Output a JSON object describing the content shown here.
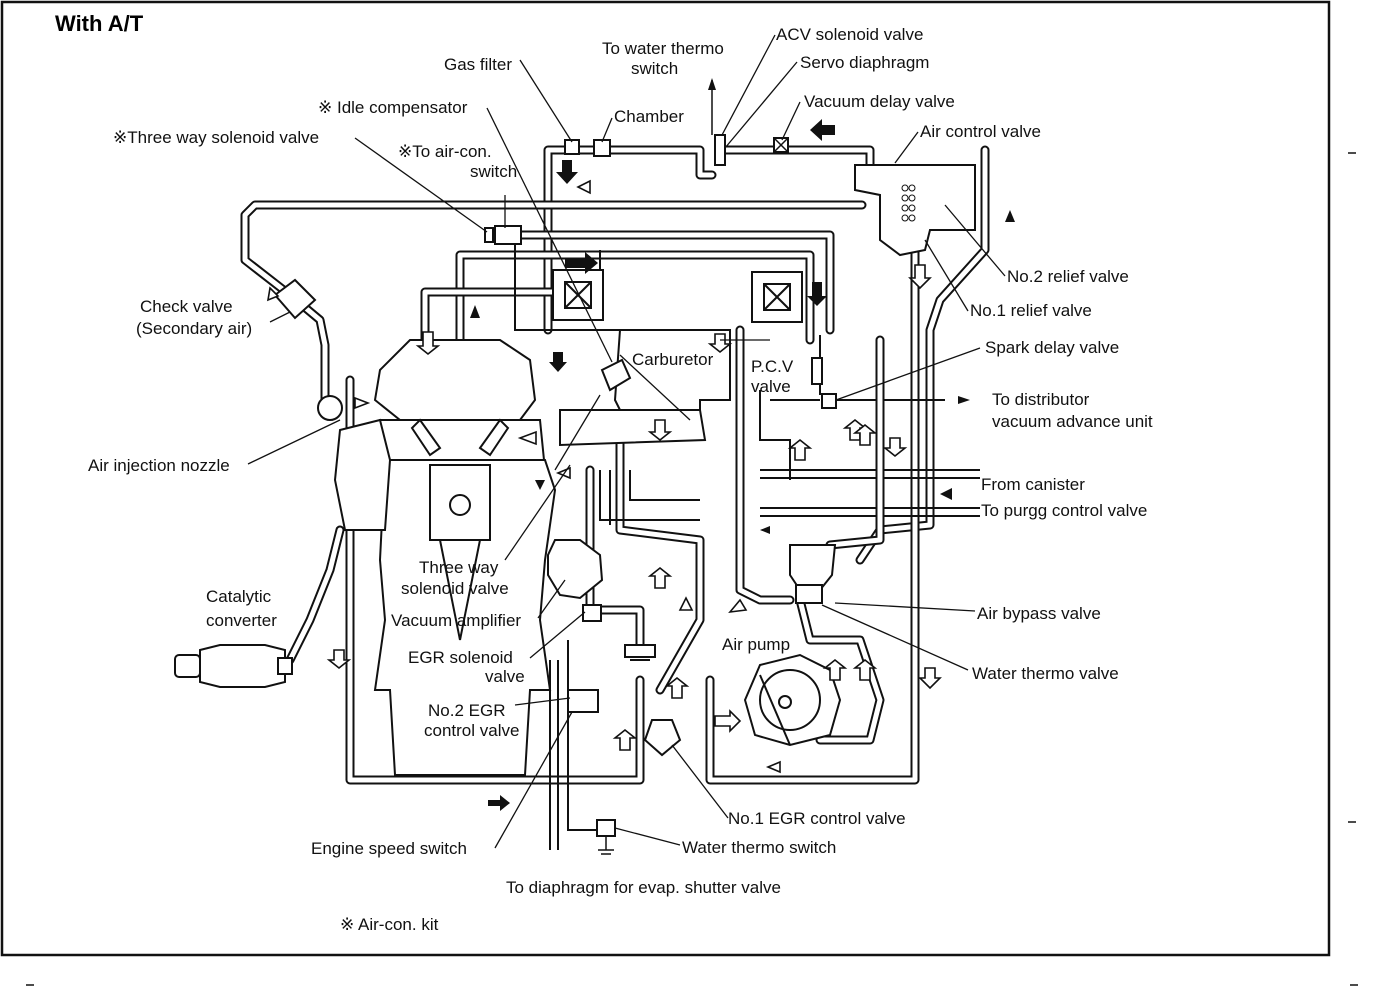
{
  "title": "With A/T",
  "labels": {
    "gas_filter": "Gas filter",
    "to_water_thermo_switch_1": "To water thermo",
    "to_water_thermo_switch_2": "switch",
    "acv_solenoid_valve": "ACV solenoid valve",
    "servo_diaphragm": "Servo diaphragm",
    "chamber": "Chamber",
    "vacuum_delay_valve": "Vacuum delay valve",
    "idle_compensator": "※ Idle compensator",
    "three_way_solenoid_valve_top": "※Three way solenoid valve",
    "to_air_con_switch_1": "※To air-con.",
    "to_air_con_switch_2": "switch",
    "air_control_valve": "Air control valve",
    "no2_relief_valve": "No.2 relief valve",
    "no1_relief_valve": "No.1 relief valve",
    "check_valve_1": "Check valve",
    "check_valve_2": "(Secondary air)",
    "spark_delay_valve": "Spark delay valve",
    "carburetor": "Carburetor",
    "pcv_valve_1": "P.C.V",
    "pcv_valve_2": "valve",
    "to_distributor_1": "To distributor",
    "to_distributor_2": "vacuum advance unit",
    "air_injection_nozzle": "Air injection nozzle",
    "from_canister": "From canister",
    "to_purge_control_valve": "To purgg control valve",
    "three_way_solenoid_valve_1": "Three way",
    "three_way_solenoid_valve_2": "solenoid valve",
    "catalytic_converter_1": "Catalytic",
    "catalytic_converter_2": "converter",
    "vacuum_amplifier": "Vacuum amplifier",
    "air_bypass_valve": "Air bypass valve",
    "egr_solenoid_valve_1": "EGR solenoid",
    "egr_solenoid_valve_2": "valve",
    "air_pump": "Air pump",
    "water_thermo_valve": "Water thermo valve",
    "no2_egr_control_valve_1": "No.2 EGR",
    "no2_egr_control_valve_2": "control valve",
    "no1_egr_control_valve": "No.1 EGR control valve",
    "engine_speed_switch": "Engine speed switch",
    "water_thermo_switch": "Water thermo switch",
    "to_diaphragm": "To diaphragm for evap. shutter valve",
    "air_con_kit": "※ Air-con. kit"
  }
}
